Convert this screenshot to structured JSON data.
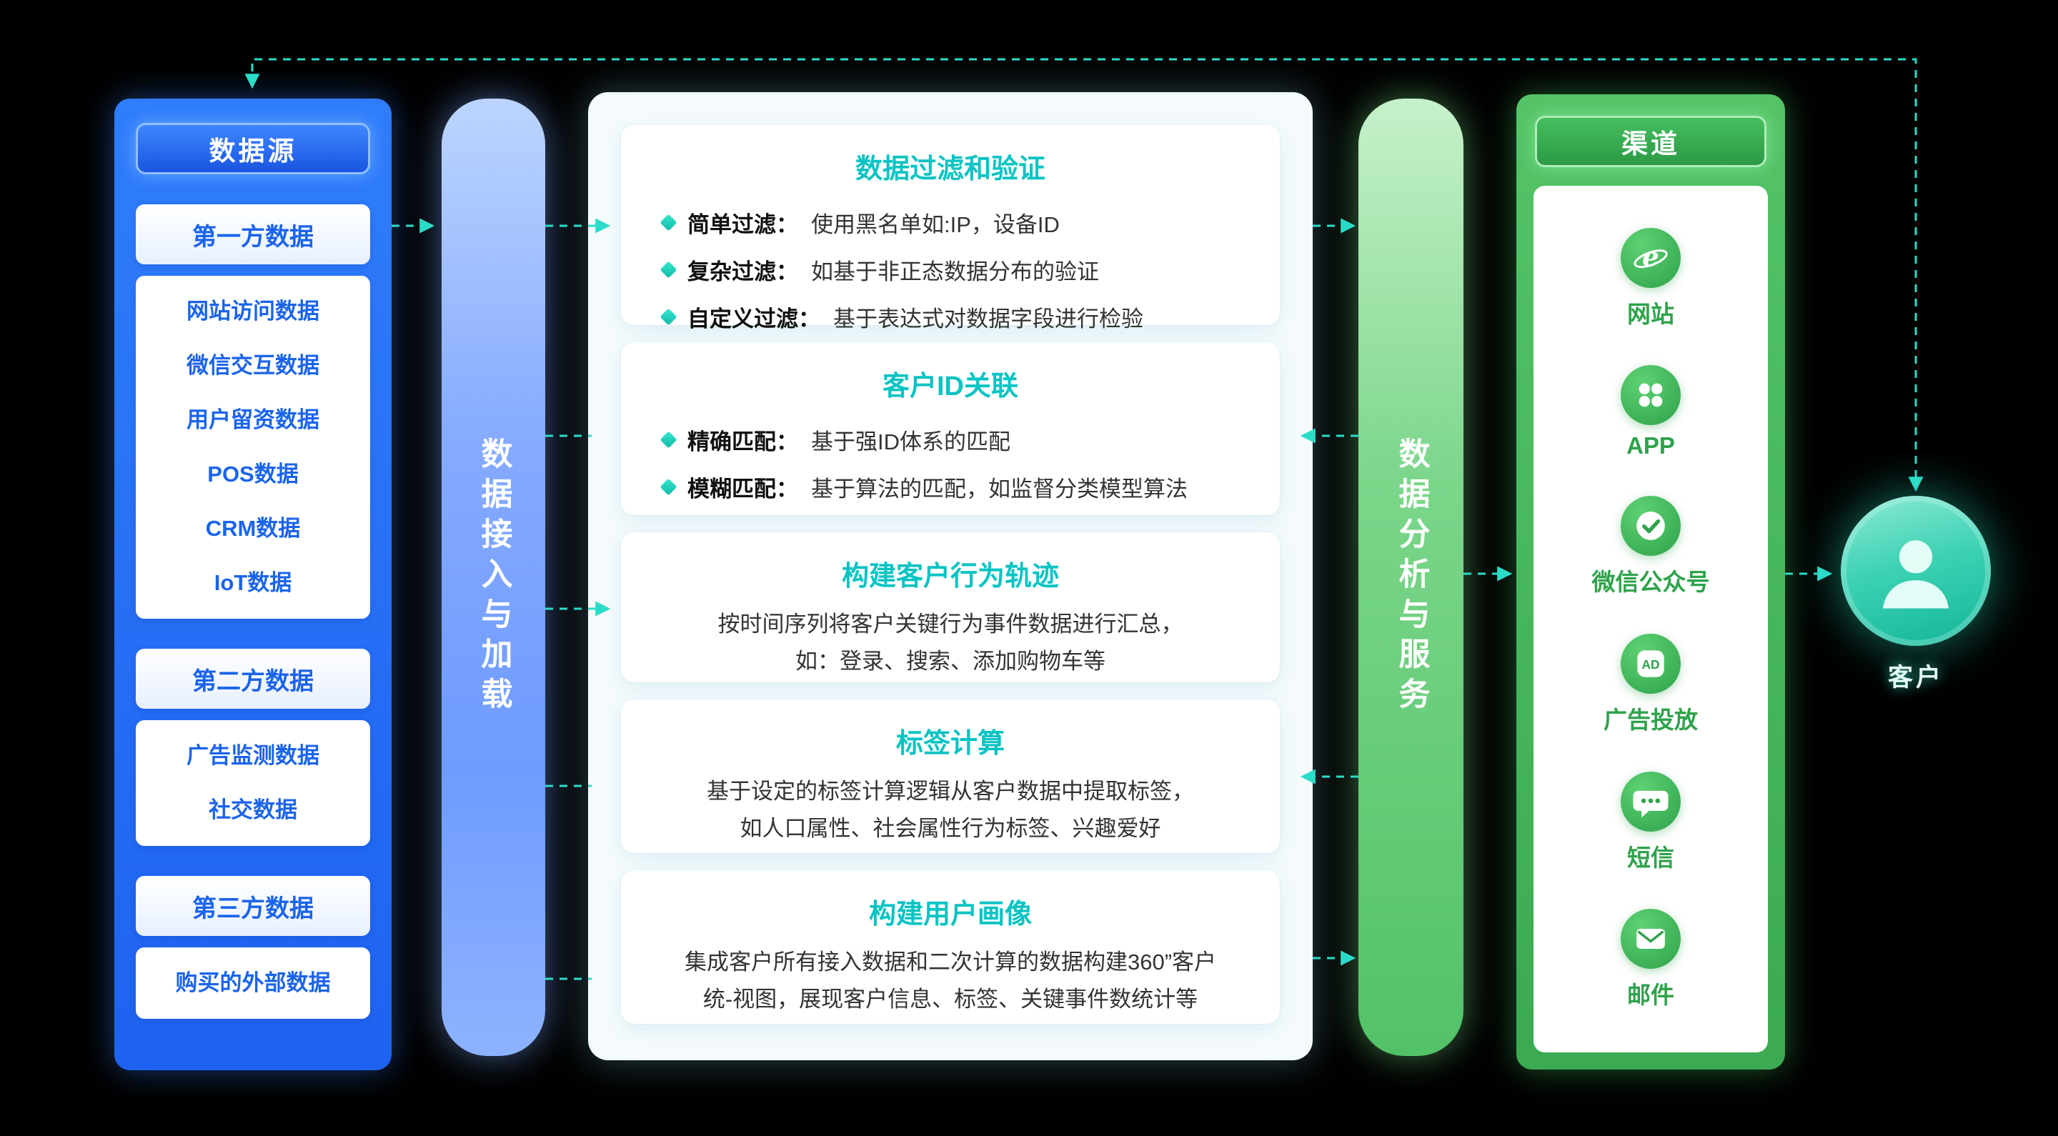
{
  "colors": {
    "background": "#000000",
    "source_blue": "#2B77F7",
    "blue_text": "#1B64EA",
    "connector_teal": "#2BDCC9",
    "card_title_teal": "#0BC3C3",
    "channel_green": "#2FA24B"
  },
  "data_sources": {
    "header": "数据源",
    "sections": [
      {
        "title": "第一方数据",
        "items": [
          "网站访问数据",
          "微信交互数据",
          "用户留资数据",
          "POS数据",
          "CRM数据",
          "IoT数据"
        ]
      },
      {
        "title": "第二方数据",
        "items": [
          "广告监测数据",
          "社交数据"
        ]
      },
      {
        "title": "第三方数据",
        "items": [
          "购买的外部数据"
        ]
      }
    ]
  },
  "ingest_bar": {
    "label": "数据接入与加载"
  },
  "pipeline": {
    "cards": [
      {
        "title": "数据过滤和验证",
        "bullets": [
          {
            "label": "简单过滤：",
            "text": "使用黑名单如:IP，设备ID"
          },
          {
            "label": "复杂过滤：",
            "text": "如基于非正态数据分布的验证"
          },
          {
            "label": "自定义过滤：",
            "text": "基于表达式对数据字段进行检验"
          }
        ]
      },
      {
        "title": "客户ID关联",
        "bullets": [
          {
            "label": "精确匹配：",
            "text": "基于强ID体系的匹配"
          },
          {
            "label": "模糊匹配：",
            "text": "基于算法的匹配，如监督分类模型算法"
          }
        ]
      },
      {
        "title": "构建客户行为轨迹",
        "line1": "按时间序列将客户关键行为事件数据进行汇总，",
        "line2": "如：登录、搜索、添加购物车等"
      },
      {
        "title": "标签计算",
        "line1": "基于设定的标签计算逻辑从客户数据中提取标签，",
        "line2": "如人口属性、社会属性行为标签、兴趣爱好"
      },
      {
        "title": "构建用户画像",
        "line1": "集成客户所有接入数据和二次计算的数据构建360”客户",
        "line2": "统-视图，展现客户信息、标签、关键事件数统计等"
      }
    ]
  },
  "analysis_bar": {
    "label": "数据分析与服务"
  },
  "channels": {
    "header": "渠道",
    "items": [
      {
        "label": "网站",
        "icon": "browser-icon"
      },
      {
        "label": "APP",
        "icon": "app-grid-icon"
      },
      {
        "label": "微信公众号",
        "icon": "badge-check-icon"
      },
      {
        "label": "广告投放",
        "icon": "ad-icon"
      },
      {
        "label": "短信",
        "icon": "sms-chat-icon"
      },
      {
        "label": "邮件",
        "icon": "mail-icon"
      }
    ]
  },
  "customer": {
    "label": "客户"
  }
}
